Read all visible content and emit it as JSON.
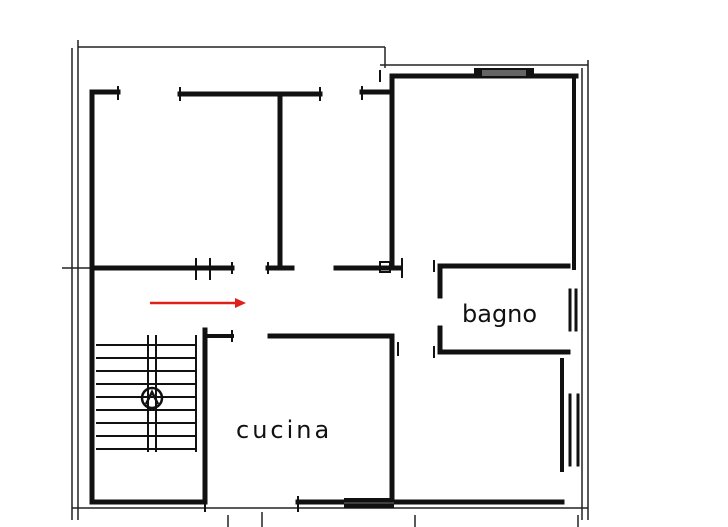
{
  "rooms": [
    {
      "id": "bagno",
      "label": "bagno"
    },
    {
      "id": "cucina",
      "label": "cucina"
    }
  ],
  "colors": {
    "wall": "#111111",
    "thin_line": "#222222",
    "arrow": "#e0201b",
    "background": "#ffffff"
  },
  "icons": {
    "arrow": "right-arrow-icon",
    "stair": "staircase-icon"
  }
}
